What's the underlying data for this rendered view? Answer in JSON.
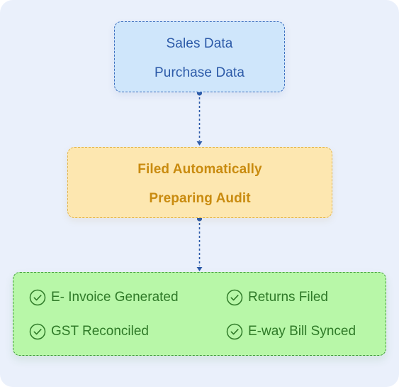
{
  "colors": {
    "background": "#eaf0fb",
    "input_fill": "#cfe6fb",
    "input_border": "#3c6fbf",
    "input_text": "#2c5aa8",
    "process_fill": "#fde7b0",
    "process_border": "#e3b44a",
    "process_text": "#c98b0f",
    "output_fill": "#b8f7a8",
    "output_border": "#3f9b3a",
    "output_text": "#2f7a28",
    "connector": "#2c5aa8"
  },
  "input_node": {
    "lines": [
      "Sales Data",
      "Purchase Data"
    ]
  },
  "process_node": {
    "lines": [
      "Filed Automatically",
      "Preparing Audit"
    ]
  },
  "output_node": {
    "items": [
      {
        "label": "E- Invoice Generated",
        "icon": "check-circle-icon"
      },
      {
        "label": "Returns Filed",
        "icon": "check-circle-icon"
      },
      {
        "label": "GST Reconciled",
        "icon": "check-circle-icon"
      },
      {
        "label": "E-way Bill Synced",
        "icon": "check-circle-icon"
      }
    ]
  }
}
